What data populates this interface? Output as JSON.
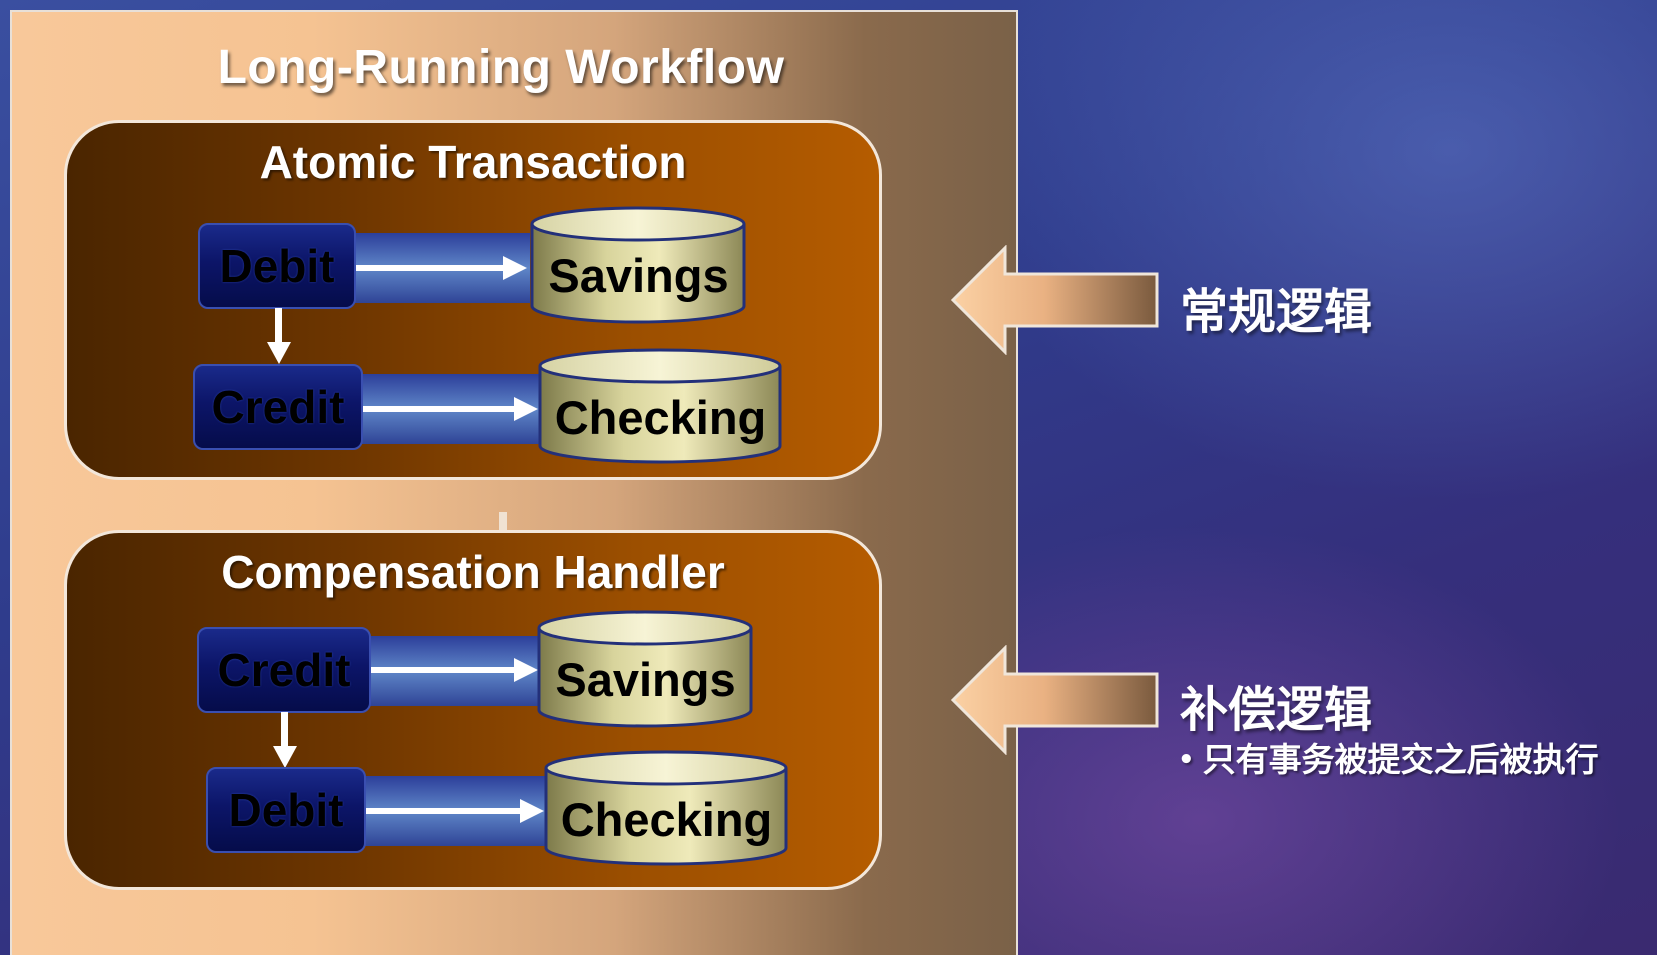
{
  "workflow": {
    "title": "Long-Running Workflow"
  },
  "atomic": {
    "title": "Atomic Transaction",
    "steps": [
      {
        "action": "Debit",
        "account": "Savings"
      },
      {
        "action": "Credit",
        "account": "Checking"
      }
    ]
  },
  "compensation": {
    "title": "Compensation Handler",
    "steps": [
      {
        "action": "Credit",
        "account": "Savings"
      },
      {
        "action": "Debit",
        "account": "Checking"
      }
    ]
  },
  "annotations": {
    "normal": "常规逻辑",
    "compensation": "补偿逻辑",
    "compensation_note": "只有事务被提交之后被执行",
    "bullet": "•"
  },
  "colors": {
    "background": "#2f3c8c",
    "workflow_panel": "#f8c89a",
    "transaction_panel": "#9c4f00",
    "action_box": "#0c1568",
    "database": "#e6e2b0"
  }
}
